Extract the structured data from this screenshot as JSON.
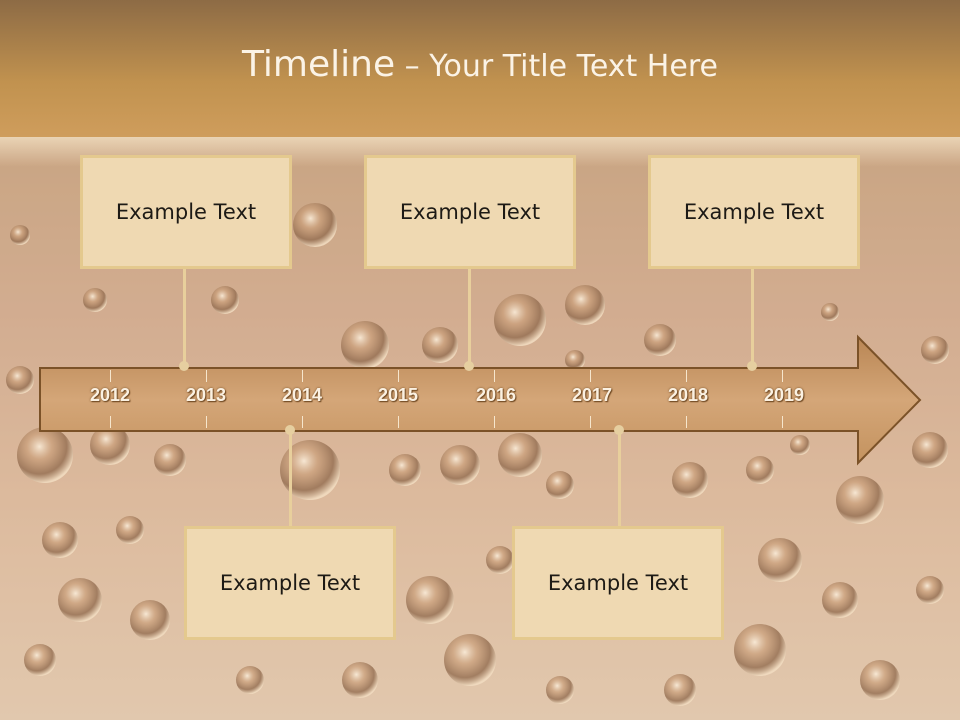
{
  "slide": {
    "title_main": "Timeline",
    "title_separator": " – ",
    "title_sub": "Your Title Text Here"
  },
  "timeline": {
    "years": [
      "2012",
      "2013",
      "2014",
      "2015",
      "2016",
      "2017",
      "2018",
      "2019"
    ],
    "arrow_color": "#c89a66",
    "box_color": "#efd9b2",
    "box_border": "#e4c98e"
  },
  "events": [
    {
      "label": "Example Text",
      "position": "above",
      "year": "2013"
    },
    {
      "label": "Example Text",
      "position": "above",
      "year": "2016"
    },
    {
      "label": "Example Text",
      "position": "above",
      "year": "2019"
    },
    {
      "label": "Example Text",
      "position": "below",
      "year": "2014"
    },
    {
      "label": "Example Text",
      "position": "below",
      "year": "2017"
    }
  ]
}
